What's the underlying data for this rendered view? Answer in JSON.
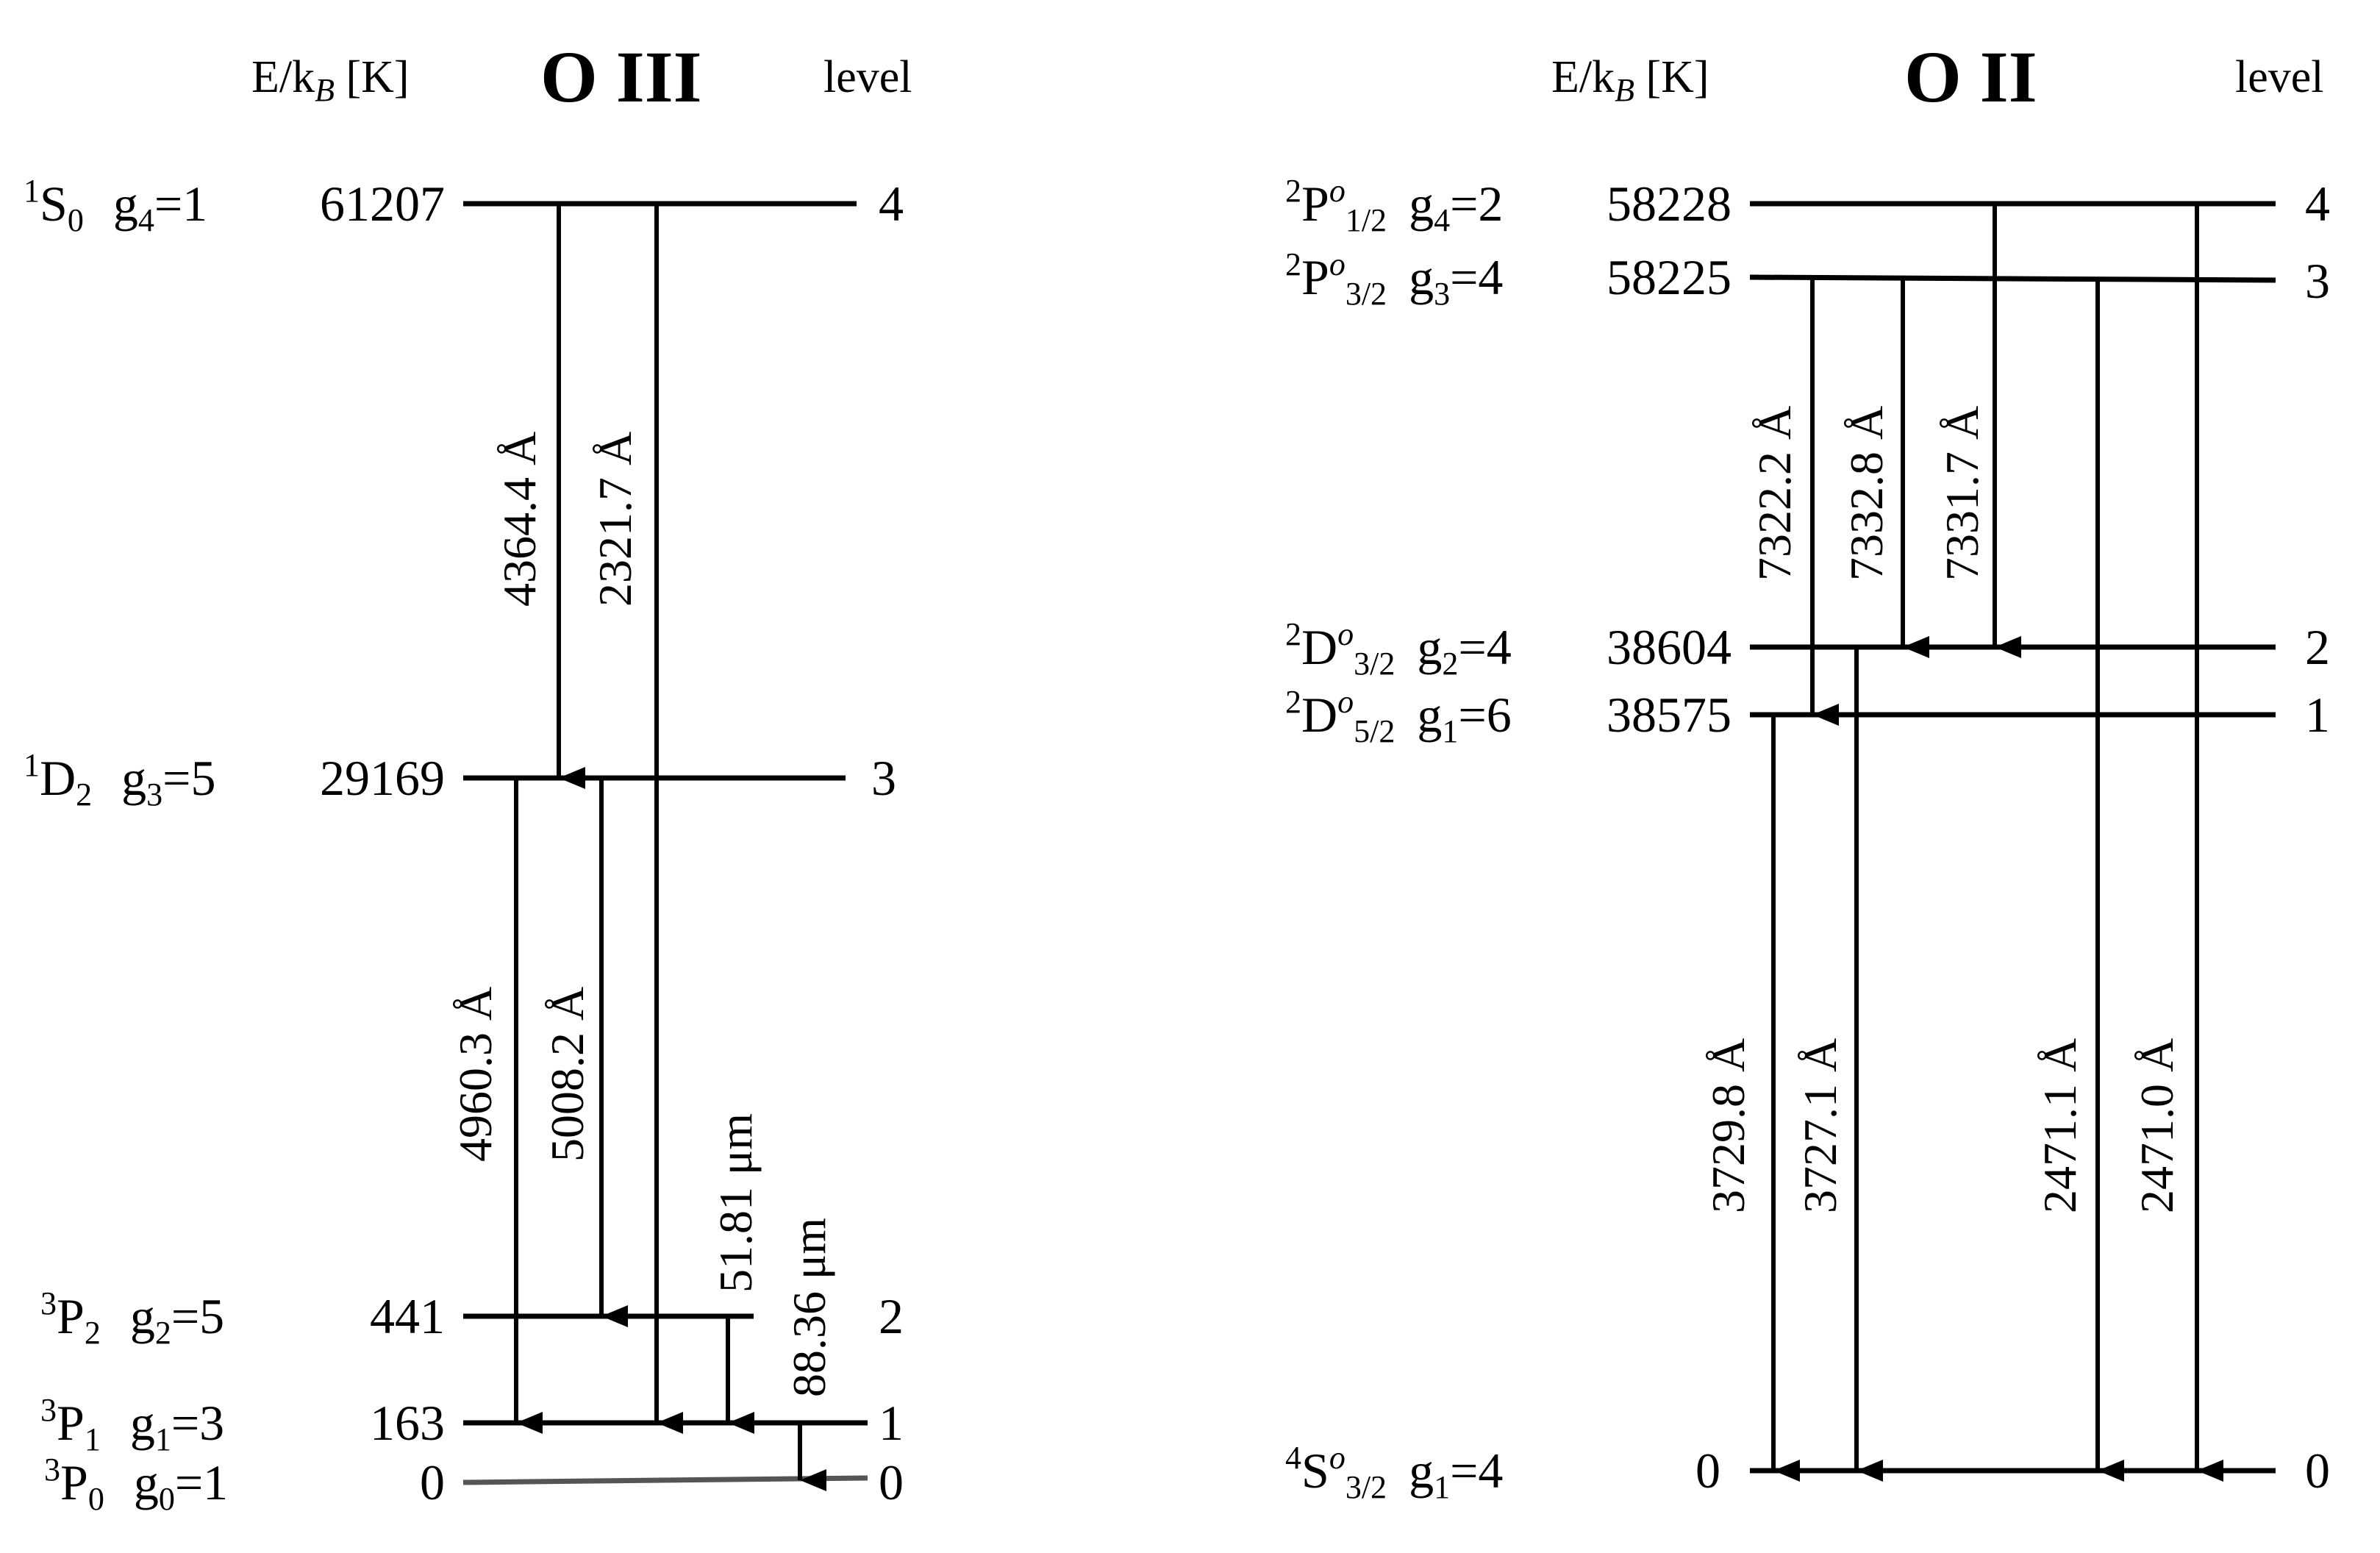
{
  "oiii": {
    "header_energy": "E/k",
    "header_energy_sub": "B",
    "header_energy_unit": " [K]",
    "title": "O III",
    "header_level": "level",
    "levels": [
      {
        "term": "S",
        "sup": "1",
        "sub": "0",
        "g_label": "g",
        "g_sub": "4",
        "g_val": "=1",
        "energy": "61207",
        "level": "4"
      },
      {
        "term": "D",
        "sup": "1",
        "sub": "2",
        "g_label": "g",
        "g_sub": "3",
        "g_val": "=5",
        "energy": "29169",
        "level": "3"
      },
      {
        "term": "P",
        "sup": "3",
        "sub": "2",
        "g_label": "g",
        "g_sub": "2",
        "g_val": "=5",
        "energy": "441",
        "level": "2"
      },
      {
        "term": "P",
        "sup": "3",
        "sub": "1",
        "g_label": "g",
        "g_sub": "1",
        "g_val": "=3",
        "energy": "163",
        "level": "1"
      },
      {
        "term": "P",
        "sup": "3",
        "sub": "0",
        "g_label": "g",
        "g_sub": "0",
        "g_val": "=1",
        "energy": "0",
        "level": "0"
      }
    ],
    "transitions": [
      "4364.4 Å",
      "2321.7 Å",
      "4960.3 Å",
      "5008.2 Å",
      "51.81 μm",
      "88.36 μm"
    ]
  },
  "oii": {
    "header_energy": "E/k",
    "header_energy_sub": "B",
    "header_energy_unit": " [K]",
    "title": "O II",
    "header_level": "level",
    "levels": [
      {
        "term": "P",
        "sup": "2",
        "o": "o",
        "sub": "1/2",
        "g_label": "g",
        "g_sub": "4",
        "g_val": "=2",
        "energy": "58228",
        "level": "4"
      },
      {
        "term": "P",
        "sup": "2",
        "o": "o",
        "sub": "3/2",
        "g_label": "g",
        "g_sub": "3",
        "g_val": "=4",
        "energy": "58225",
        "level": "3"
      },
      {
        "term": "D",
        "sup": "2",
        "o": "o",
        "sub": "3/2",
        "g_label": "g",
        "g_sub": "2",
        "g_val": "=4",
        "energy": "38604",
        "level": "2"
      },
      {
        "term": "D",
        "sup": "2",
        "o": "o",
        "sub": "5/2",
        "g_label": "g",
        "g_sub": "1",
        "g_val": "=6",
        "energy": "38575",
        "level": "1"
      },
      {
        "term": "S",
        "sup": "4",
        "o": "o",
        "sub": "3/2",
        "g_label": "g",
        "g_sub": "1",
        "g_val": "=4",
        "energy": "0",
        "level": "0"
      }
    ],
    "transitions": [
      "7322.2 Å",
      "7332.8 Å",
      "7331.7 Å",
      "3729.8 Å",
      "3727.1 Å",
      "2471.1 Å",
      "2471.0 Å"
    ]
  }
}
